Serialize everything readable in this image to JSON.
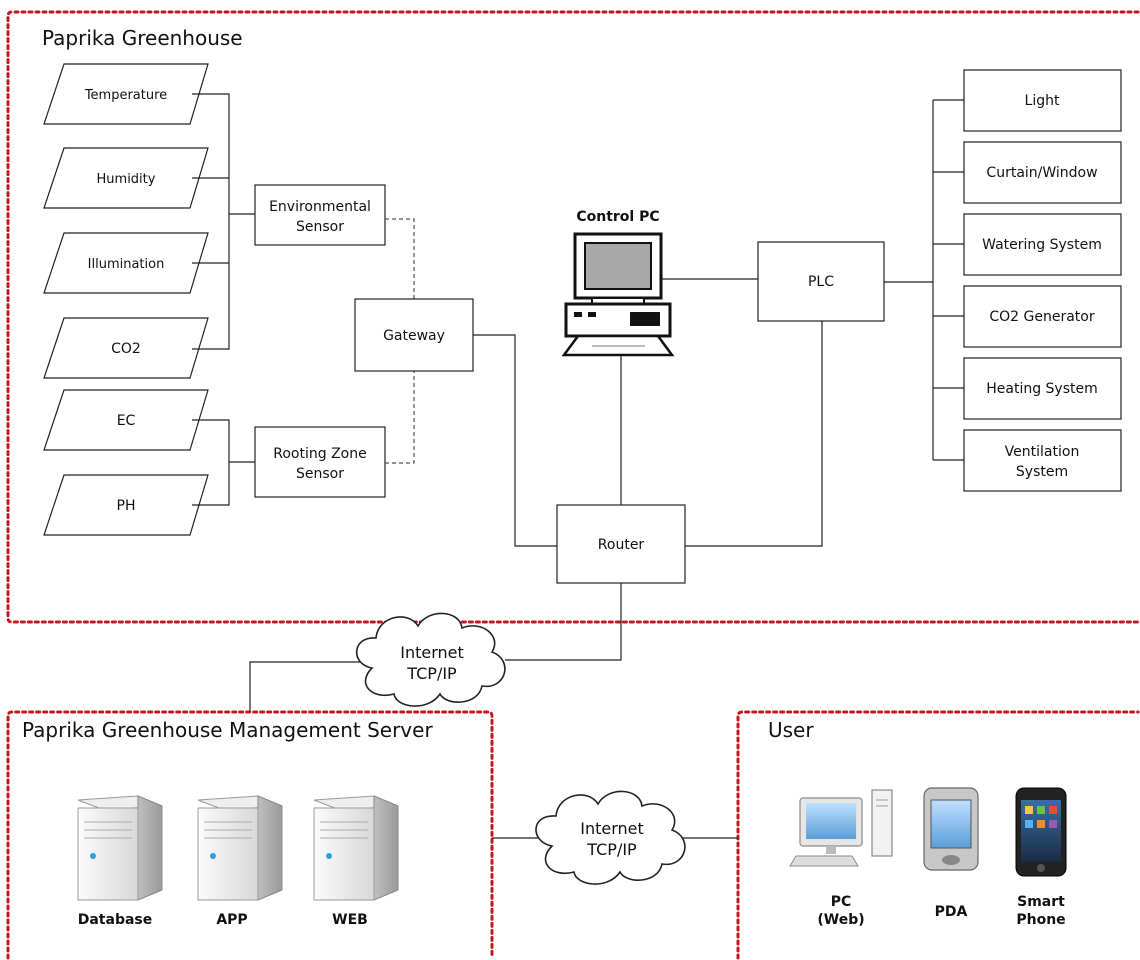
{
  "colors": {
    "region_border": "#c4161c",
    "line": "#222222"
  },
  "greenhouse": {
    "title": "Paprika Greenhouse",
    "sensors": [
      "Temperature",
      "Humidity",
      "Illumination",
      "CO2",
      "EC",
      "PH"
    ],
    "environmental_sensor": [
      "Environmental",
      "Sensor"
    ],
    "rooting_zone_sensor": [
      "Rooting Zone",
      "Sensor"
    ],
    "gateway": "Gateway",
    "control_pc": "Control PC",
    "plc": "PLC",
    "router": "Router",
    "actuators": [
      [
        "Light"
      ],
      [
        "Curtain/Window"
      ],
      [
        "Watering System"
      ],
      [
        "CO2 Generator"
      ],
      [
        "Heating System"
      ],
      [
        "Ventilation",
        "System"
      ]
    ]
  },
  "internet_top": [
    "Internet",
    "TCP/IP"
  ],
  "internet_bottom": [
    "Internet",
    "TCP/IP"
  ],
  "server": {
    "title": "Paprika Greenhouse Management Server",
    "items": [
      "Database",
      "APP",
      "WEB"
    ]
  },
  "user": {
    "title": "User",
    "devices": [
      {
        "label": [
          "PC",
          "(Web)"
        ],
        "icon": "desktop-pc-icon"
      },
      {
        "label": [
          "PDA"
        ],
        "icon": "pda-icon"
      },
      {
        "label": [
          "Smart",
          "Phone"
        ],
        "icon": "smartphone-icon"
      }
    ]
  }
}
